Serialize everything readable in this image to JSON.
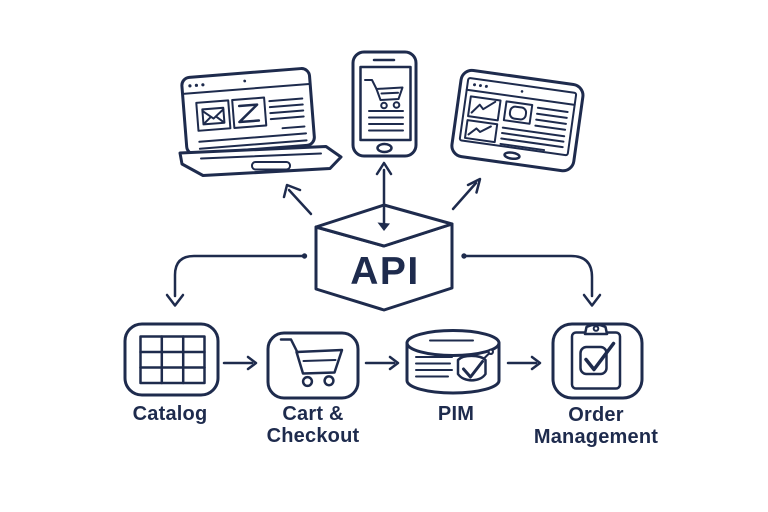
{
  "api_box": {
    "label": "API",
    "icon": "open-box-icon"
  },
  "devices": [
    {
      "name": "laptop",
      "icon": "laptop-icon"
    },
    {
      "name": "smartphone",
      "icon": "smartphone-icon"
    },
    {
      "name": "tablet",
      "icon": "tablet-icon"
    }
  ],
  "services": [
    {
      "name": "catalog",
      "icon": "table-grid-icon",
      "label_lines": [
        "Catalog"
      ]
    },
    {
      "name": "cart-checkout",
      "icon": "shopping-cart-icon",
      "label_lines": [
        "Cart &",
        "Checkout"
      ]
    },
    {
      "name": "pim",
      "icon": "database-check-icon",
      "label_lines": [
        "PIM"
      ]
    },
    {
      "name": "order-management",
      "icon": "clipboard-check-icon",
      "label_lines": [
        "Order",
        "Management"
      ]
    }
  ],
  "colors": {
    "ink": "#1e2b4d",
    "background": "#ffffff"
  }
}
